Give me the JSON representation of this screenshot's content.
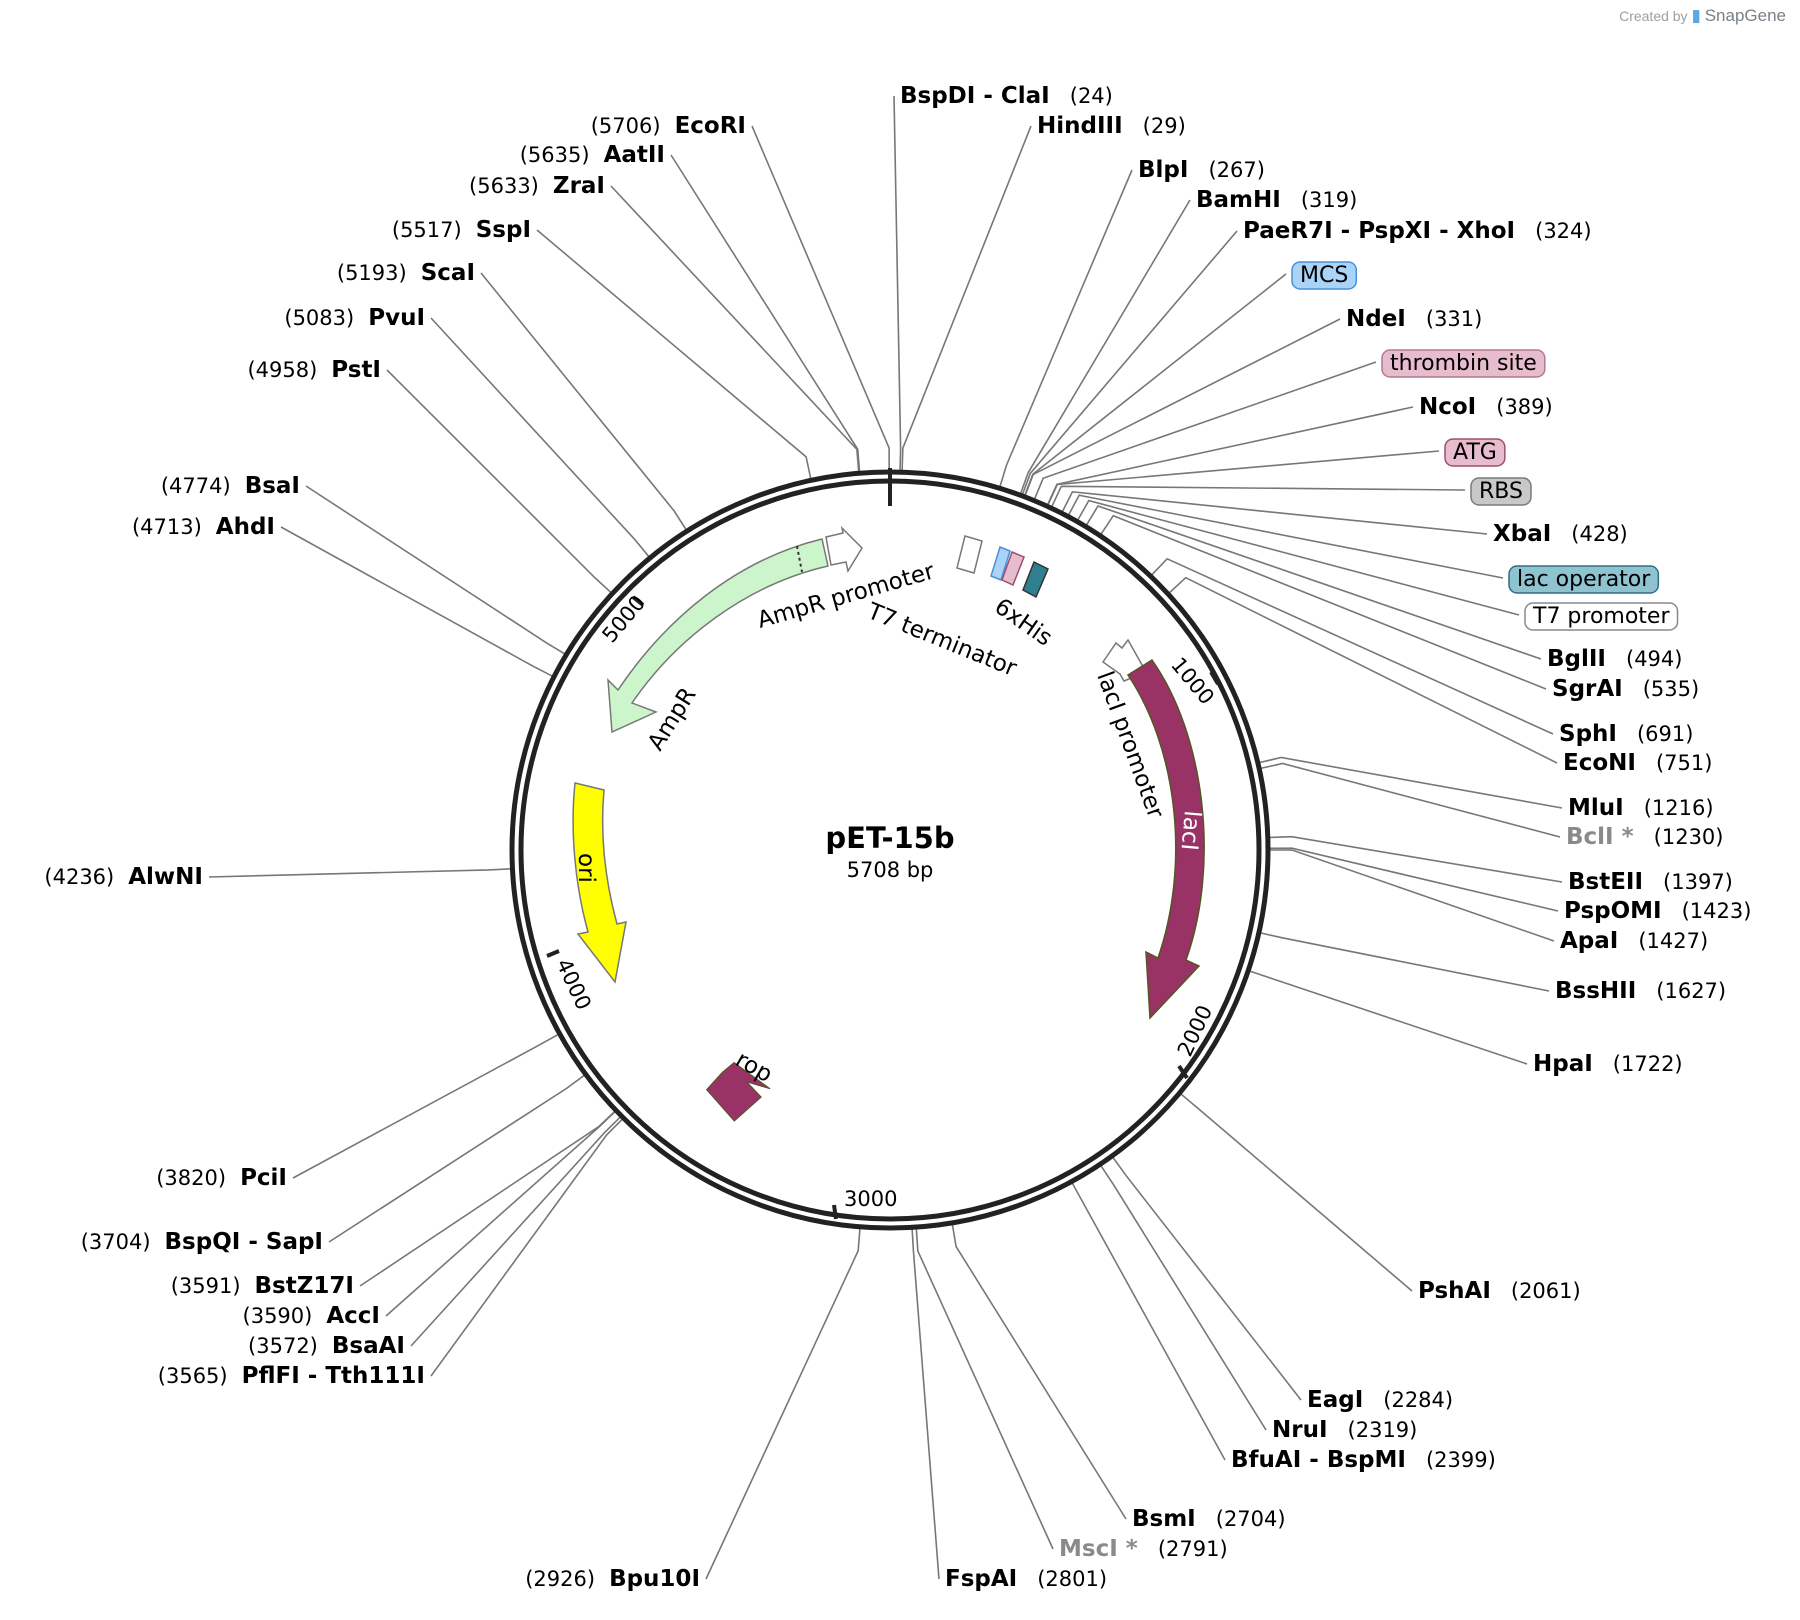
{
  "credit": {
    "prefix": "Created by",
    "brand": "SnapGene"
  },
  "plasmid": {
    "name": "pET-15b",
    "size": "5708 bp",
    "length": 5708
  },
  "ticks": [
    {
      "label": "1000"
    },
    {
      "label": "2000"
    },
    {
      "label": "3000"
    },
    {
      "label": "4000"
    },
    {
      "label": "5000"
    }
  ],
  "sites": [
    {
      "parts": [
        "BspDI",
        "ClaI"
      ],
      "pos": "(24)",
      "bp": 24
    },
    {
      "parts": [
        "HindIII"
      ],
      "pos": "(29)",
      "bp": 29
    },
    {
      "parts": [
        "BlpI"
      ],
      "pos": "(267)",
      "bp": 267
    },
    {
      "parts": [
        "BamHI"
      ],
      "pos": "(319)",
      "bp": 319
    },
    {
      "parts": [
        "PaeR7I",
        "PspXI",
        "XhoI"
      ],
      "pos": "(324)",
      "bp": 324
    },
    {
      "tag": "MCS",
      "bp": 330
    },
    {
      "parts": [
        "NdeI"
      ],
      "pos": "(331)",
      "bp": 331
    },
    {
      "tag": "thrombin site",
      "bp": 355
    },
    {
      "parts": [
        "NcoI"
      ],
      "pos": "(389)",
      "bp": 389
    },
    {
      "tag": "ATG",
      "bp": 390
    },
    {
      "tag": "RBS",
      "bp": 400
    },
    {
      "parts": [
        "XbaI"
      ],
      "pos": "(428)",
      "bp": 428
    },
    {
      "tag": "lac operator",
      "bp": 445
    },
    {
      "tag": "T7 promoter",
      "bp": 470
    },
    {
      "parts": [
        "BglII"
      ],
      "pos": "(494)",
      "bp": 494
    },
    {
      "parts": [
        "SgrAI"
      ],
      "pos": "(535)",
      "bp": 535
    },
    {
      "parts": [
        "SphI"
      ],
      "pos": "(691)",
      "bp": 691
    },
    {
      "parts": [
        "EcoNI"
      ],
      "pos": "(751)",
      "bp": 751
    },
    {
      "parts": [
        "MluI"
      ],
      "pos": "(1216)",
      "bp": 1216
    },
    {
      "parts": [
        "BclI *"
      ],
      "pos": "(1230)",
      "bp": 1230,
      "grey": true
    },
    {
      "parts": [
        "BstEII"
      ],
      "pos": "(1397)",
      "bp": 1397
    },
    {
      "parts": [
        "PspOMI"
      ],
      "pos": "(1423)",
      "bp": 1423
    },
    {
      "parts": [
        "ApaI"
      ],
      "pos": "(1427)",
      "bp": 1427
    },
    {
      "parts": [
        "BssHII"
      ],
      "pos": "(1627)",
      "bp": 1627
    },
    {
      "parts": [
        "HpaI"
      ],
      "pos": "(1722)",
      "bp": 1722
    },
    {
      "parts": [
        "PshAI"
      ],
      "pos": "(2061)",
      "bp": 2061
    },
    {
      "parts": [
        "EagI"
      ],
      "pos": "(2284)",
      "bp": 2284
    },
    {
      "parts": [
        "NruI"
      ],
      "pos": "(2319)",
      "bp": 2319
    },
    {
      "parts": [
        "BfuAI",
        "BspMI"
      ],
      "pos": "(2399)",
      "bp": 2399
    },
    {
      "parts": [
        "BsmI"
      ],
      "pos": "(2704)",
      "bp": 2704
    },
    {
      "parts": [
        "MscI *"
      ],
      "pos": "(2791)",
      "bp": 2791,
      "grey": true
    },
    {
      "parts": [
        "FspAI"
      ],
      "pos": "(2801)",
      "bp": 2801
    },
    {
      "parts": [
        "Bpu10I"
      ],
      "pos": "(2926)",
      "bp": 2926
    },
    {
      "parts": [
        "PflFI",
        "Tth111I"
      ],
      "pos": "(3565)",
      "bp": 3565
    },
    {
      "parts": [
        "BsaAI"
      ],
      "pos": "(3572)",
      "bp": 3572
    },
    {
      "parts": [
        "AccI"
      ],
      "pos": "(3590)",
      "bp": 3590
    },
    {
      "parts": [
        "BstZ17I"
      ],
      "pos": "(3591)",
      "bp": 3591
    },
    {
      "parts": [
        "BspQI",
        "SapI"
      ],
      "pos": "(3704)",
      "bp": 3704
    },
    {
      "parts": [
        "PciI"
      ],
      "pos": "(3820)",
      "bp": 3820
    },
    {
      "parts": [
        "AlwNI"
      ],
      "pos": "(4236)",
      "bp": 4236
    },
    {
      "parts": [
        "AhdI"
      ],
      "pos": "(4713)",
      "bp": 4713
    },
    {
      "parts": [
        "BsaI"
      ],
      "pos": "(4774)",
      "bp": 4774
    },
    {
      "parts": [
        "PstI"
      ],
      "pos": "(4958)",
      "bp": 4958
    },
    {
      "parts": [
        "PvuI"
      ],
      "pos": "(5083)",
      "bp": 5083
    },
    {
      "parts": [
        "ScaI"
      ],
      "pos": "(5193)",
      "bp": 5193
    },
    {
      "parts": [
        "SspI"
      ],
      "pos": "(5517)",
      "bp": 5517
    },
    {
      "parts": [
        "ZraI"
      ],
      "pos": "(5633)",
      "bp": 5633
    },
    {
      "parts": [
        "AatII"
      ],
      "pos": "(5635)",
      "bp": 5635
    },
    {
      "parts": [
        "EcoRI"
      ],
      "pos": "(5706)",
      "bp": 5706
    }
  ],
  "tag_colors": {
    "MCS": {
      "fill": "#a9d3f7",
      "stroke": "#4a90d9"
    },
    "thrombin site": {
      "fill": "#e7bccd",
      "stroke": "#b07a92"
    },
    "ATG": {
      "fill": "#e7bccd",
      "stroke": "#9c4f6f"
    },
    "RBS": {
      "fill": "#c8c8c8",
      "stroke": "#7a7a7a"
    },
    "lac operator": {
      "fill": "#8fc3cf",
      "stroke": "#2f6f80"
    },
    "T7 promoter": {
      "fill": "#ffffff",
      "stroke": "#888888"
    }
  },
  "features": [
    {
      "name": "AmpR promoter",
      "color": "#ffffff"
    },
    {
      "name": "AmpR",
      "color": "#ccf5cc"
    },
    {
      "name": "ori",
      "color": "#ffff00"
    },
    {
      "name": "rop",
      "color": "#993366"
    },
    {
      "name": "lacI promoter",
      "color": "#ffffff"
    },
    {
      "name": "lacI",
      "color": "#993366"
    },
    {
      "name": "T7 terminator",
      "color": "#ffffff"
    },
    {
      "name": "6xHis",
      "color": "#2f7f8f"
    }
  ]
}
